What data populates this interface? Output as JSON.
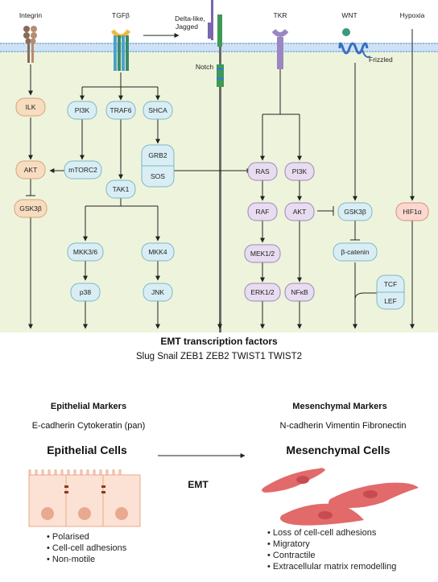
{
  "receptors": {
    "integrin": "Integrin",
    "tgfb": "TGFβ",
    "delta": "Delta-like, Jagged",
    "tkr": "TKR",
    "wnt": "WNT",
    "hypoxia": "Hypoxia",
    "notch": "Notch",
    "frizzled": "Frizzled"
  },
  "nodes": {
    "ilk": "ILK",
    "akt_left": "AKT",
    "gsk3b_left": "GSK3β",
    "pi3k_left": "PI3K",
    "traf6": "TRAF6",
    "shca": "SHCA",
    "mtorc2": "mTORC2",
    "grb2": "GRB2",
    "sos": "SOS",
    "tak1": "TAK1",
    "mkk36": "MKK3/6",
    "mkk4": "MKK4",
    "p38": "p38",
    "jnk": "JNK",
    "ras": "RAS",
    "pi3k_right": "PI3K",
    "raf": "RAF",
    "akt_right": "AKT",
    "mek12": "MEK1/2",
    "erk12": "ERK1/2",
    "nfkb": "NFκB",
    "gsk3b_right": "GSK3β",
    "bcatenin": "β-catenin",
    "tcf": "TCF",
    "lef": "LEF",
    "hif1a": "HIF1α"
  },
  "emt_tf": {
    "title": "EMT transcription factors",
    "list": "Slug Snail ZEB1 ZEB2 TWIST1 TWIST2"
  },
  "markers": {
    "epithelial_title": "Epithelial Markers",
    "epithelial_list": "E-cadherin Cytokeratin (pan)",
    "mesenchymal_title": "Mesenchymal Markers",
    "mesenchymal_list": "N-cadherin Vimentin Fibronectin"
  },
  "cells": {
    "epithelial_title": "Epithelial Cells",
    "mesenchymal_title": "Mesenchymal Cells",
    "transition_label": "EMT",
    "epithelial_features": [
      "Polarised",
      "Cell-cell adhesions",
      "Non-motile"
    ],
    "mesenchymal_features": [
      "Loss of cell-cell adhesions",
      "Migratory",
      "Contractile",
      "Extracellular matrix remodelling"
    ]
  },
  "colors": {
    "cytoplasm": "#eef4dc",
    "membrane": "#a9c9ec",
    "node_orange_fill": "#f7dcc0",
    "node_orange_stroke": "#d3a47a",
    "node_blue_fill": "#d8eef4",
    "node_blue_stroke": "#7fb5c6",
    "node_purple_fill": "#e8dcf0",
    "node_purple_stroke": "#9a86b6",
    "node_red_fill": "#fbd7cf",
    "node_red_stroke": "#d98c7e",
    "epithelial_cell": "#fbe2d5",
    "mesenchymal_cell": "#e26a6a"
  }
}
